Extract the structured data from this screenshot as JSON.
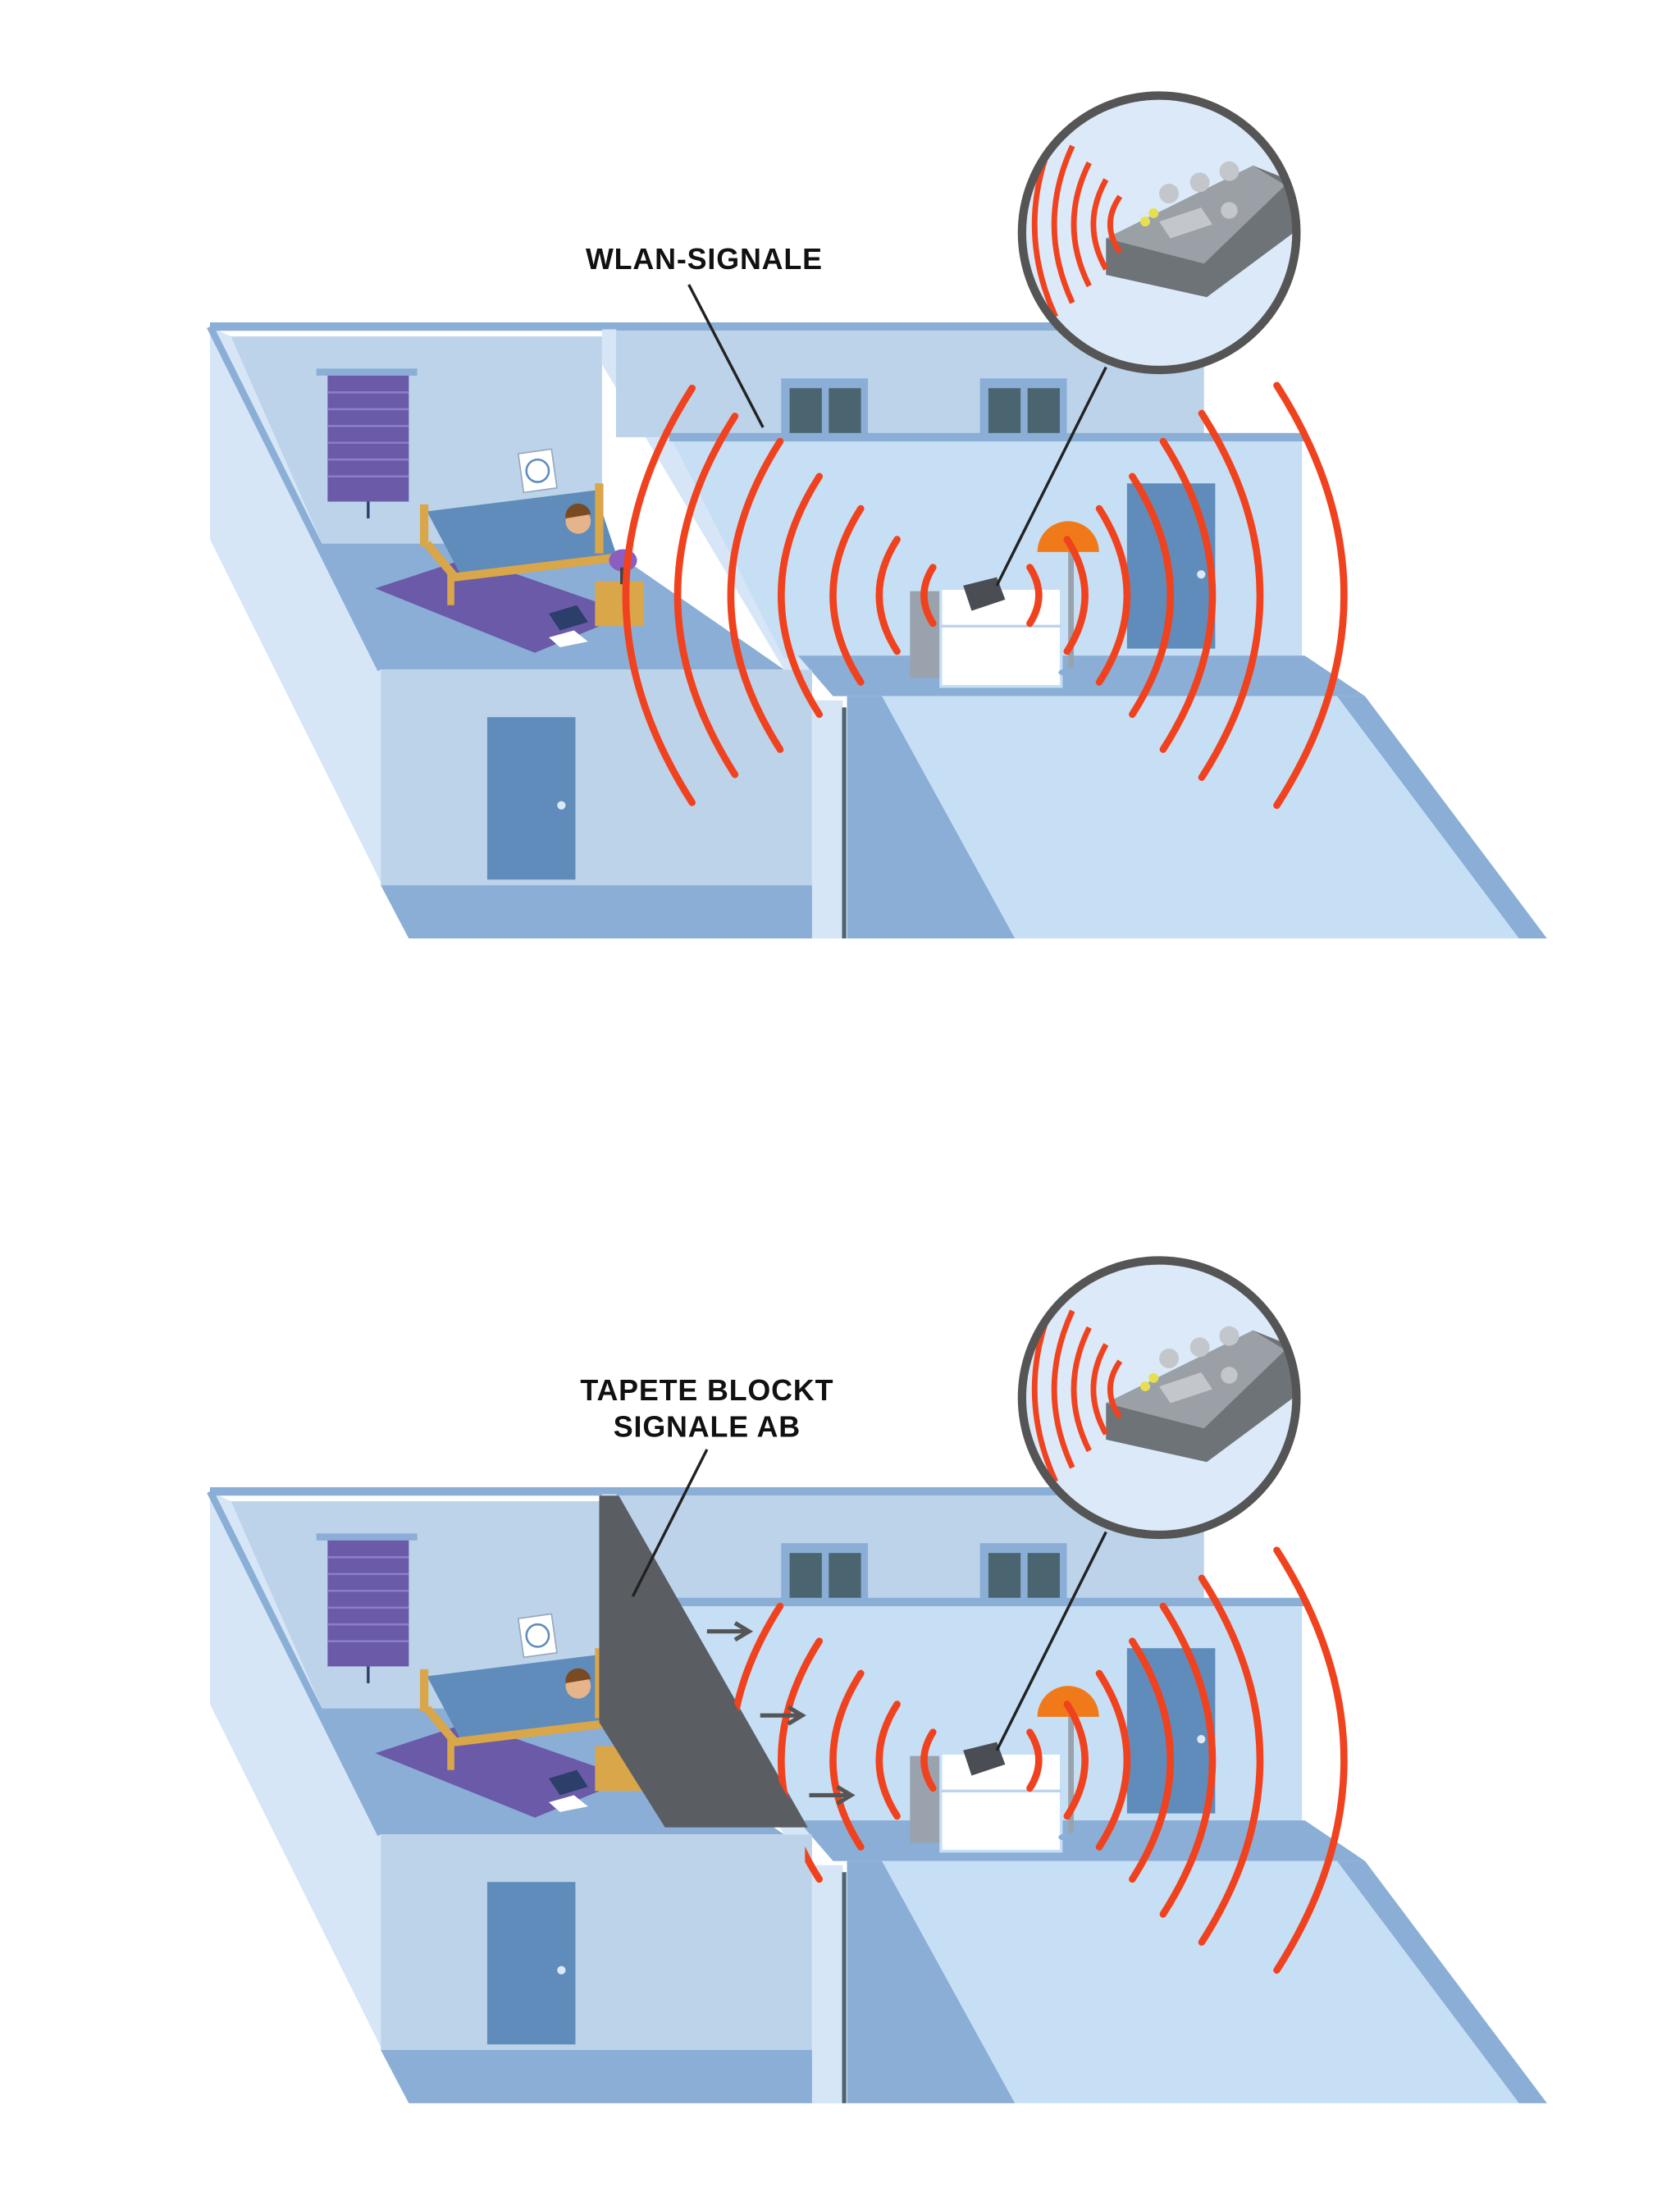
{
  "panels": [
    {
      "label_lines": [
        "WLAN-SIGNALE"
      ],
      "blocked": false
    },
    {
      "label_lines": [
        "TAPETE BLOCKT",
        "SIGNALE AB"
      ],
      "blocked": true
    }
  ],
  "colors": {
    "signal": "#f0421e",
    "wall_light": "#d6e6f7",
    "wall_mid": "#bcd3ea",
    "floor_dark": "#8aaed6",
    "floor_light": "#c6dff5",
    "door": "#5f8cba",
    "wallpaper": "#5a5e63",
    "magnifier_ring": "#555555"
  }
}
